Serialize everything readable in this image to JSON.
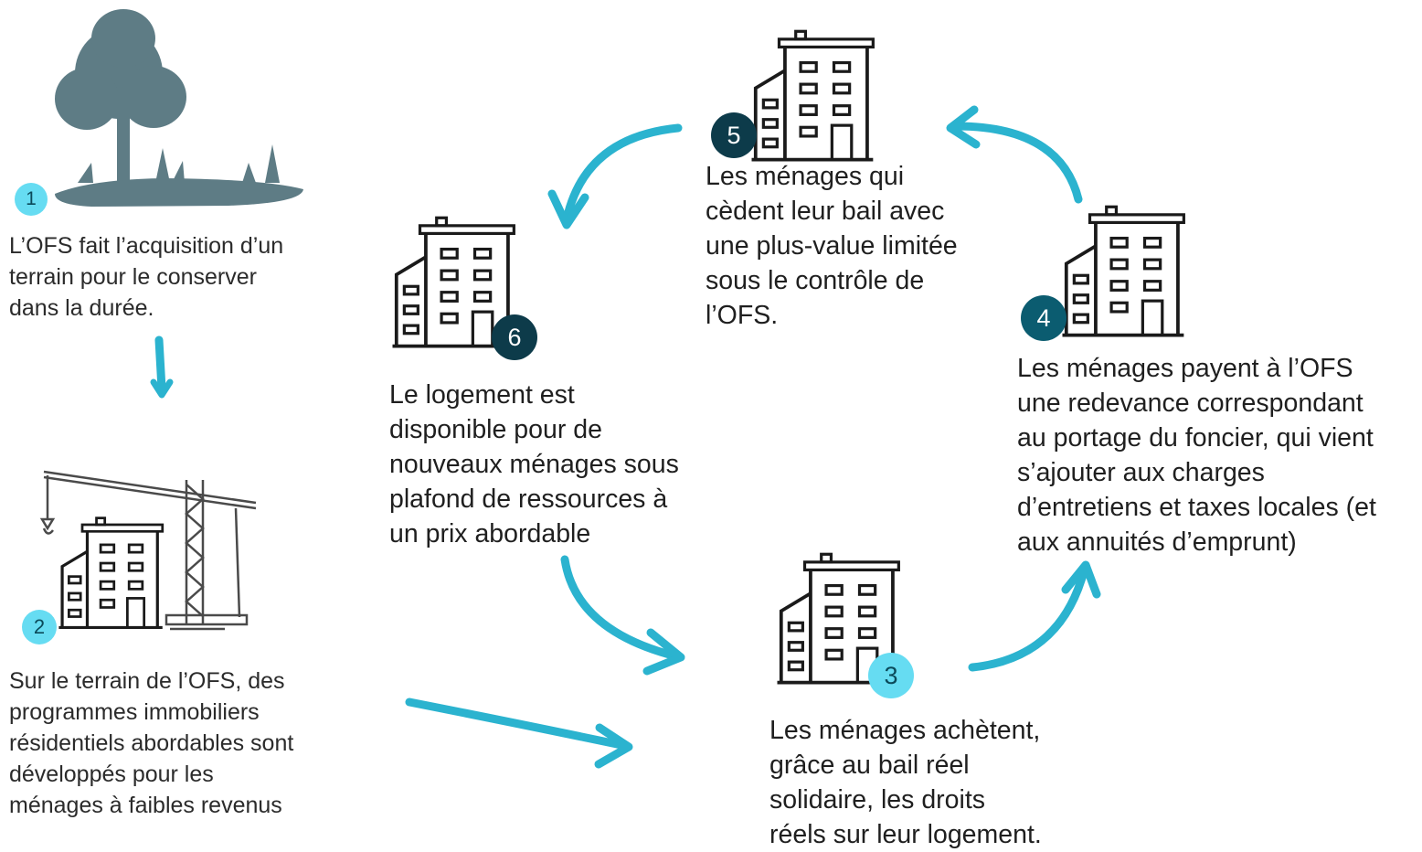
{
  "steps": [
    {
      "number": "1",
      "lines": [
        "L’OFS fait l’acquisition d’un",
        "terrain pour le conserver",
        "dans la durée."
      ]
    },
    {
      "number": "2",
      "lines": [
        "Sur le terrain de l’OFS, des",
        "programmes immobiliers",
        "résidentiels abordables sont",
        "développés pour les",
        "ménages à faibles revenus"
      ]
    },
    {
      "number": "3",
      "lines": [
        "Les ménages achètent,",
        "grâce au bail réel",
        "solidaire, les droits",
        "réels sur leur logement."
      ]
    },
    {
      "number": "4",
      "lines": [
        "Les ménages payent à l’OFS",
        "une redevance correspondant",
        "au portage du foncier, qui vient",
        "s’ajouter aux charges",
        "d’entretiens et taxes locales (et",
        "aux annuités d’emprunt)"
      ]
    },
    {
      "number": "5",
      "lines": [
        "Les ménages qui",
        "cèdent leur bail avec",
        "une plus-value limitée",
        "sous le contrôle de",
        "l’OFS."
      ]
    },
    {
      "number": "6",
      "lines": [
        "Le logement est",
        "disponible pour de",
        "nouveaux ménages sous",
        "plafond de ressources à",
        "un prix abordable"
      ]
    }
  ],
  "icons": [
    "tree-icon",
    "crane-icon",
    "building-icon"
  ],
  "colors": {
    "accent": "#2bb3cf",
    "tree": "#5e7c85",
    "badge_light": "#66dcf2",
    "badge_dark": "#0d3b4a",
    "badge_mid": "#0b5c70",
    "icon_stroke": "#1a1a1a"
  }
}
